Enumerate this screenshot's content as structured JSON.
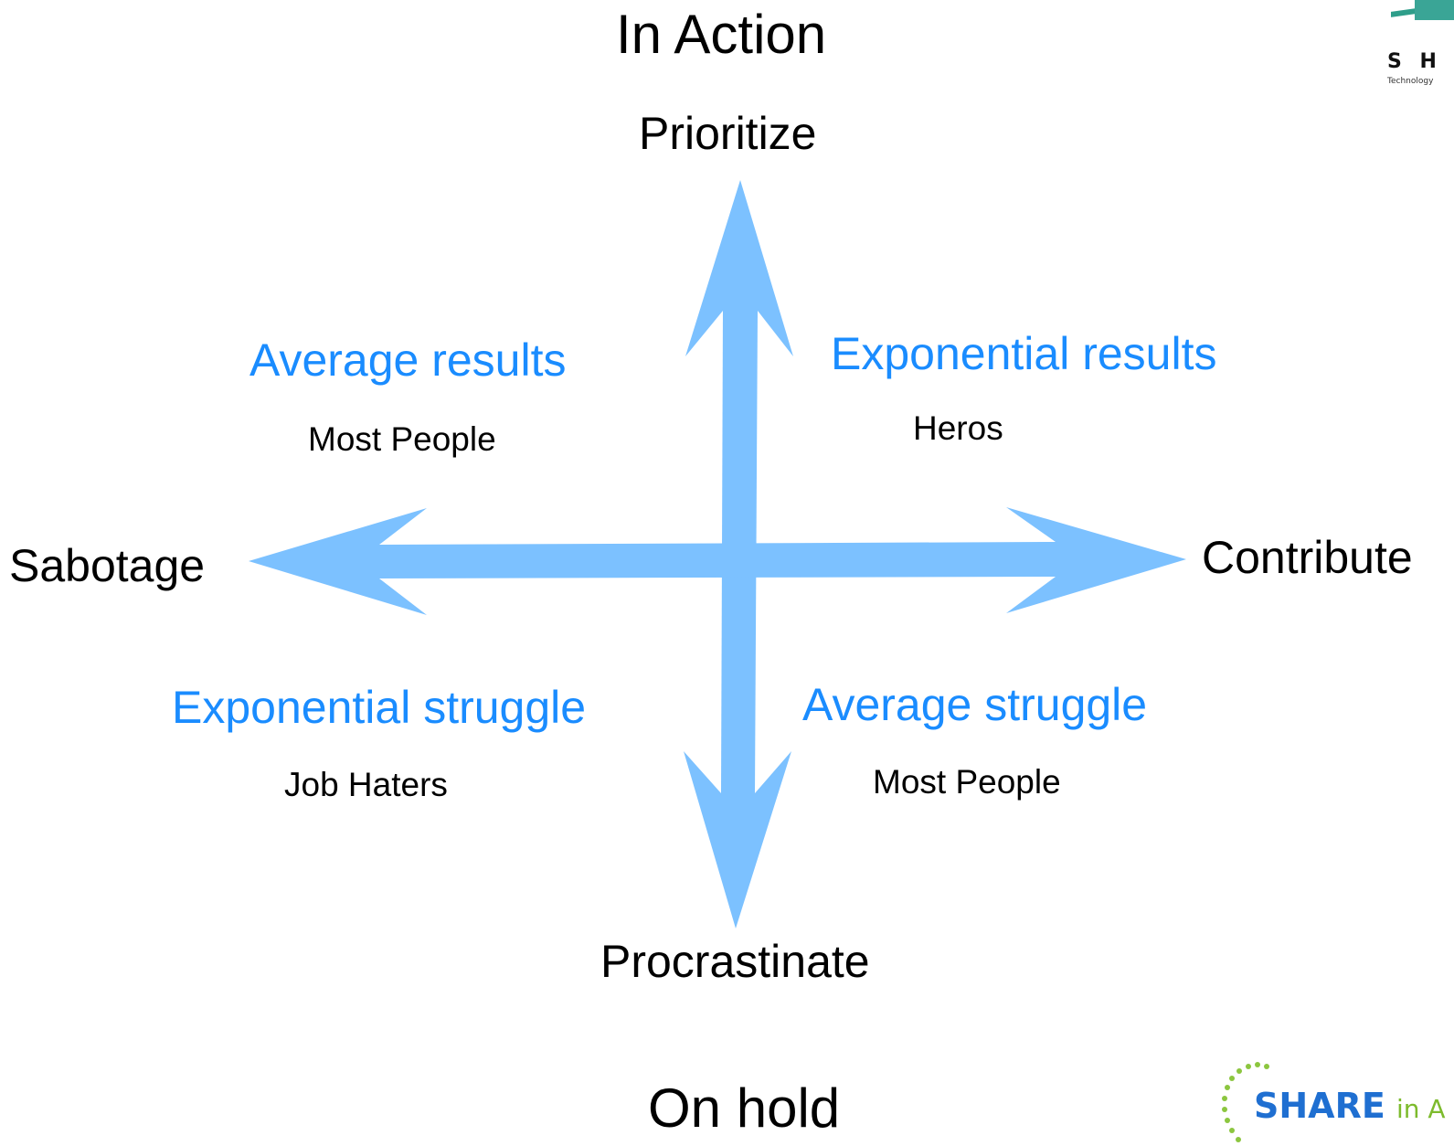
{
  "title_top": "In Action",
  "title_bottom": "On hold",
  "axes": {
    "up": "Prioritize",
    "down": "Procrastinate",
    "left": "Sabotage",
    "right": "Contribute"
  },
  "quadrants": {
    "top_left": {
      "label": "Average results",
      "sub": "Most People"
    },
    "top_right": {
      "label": "Exponential results",
      "sub": "Heros"
    },
    "bottom_left": {
      "label": "Exponential struggle",
      "sub": "Job Haters"
    },
    "bottom_right": {
      "label": "Average struggle",
      "sub": "Most People"
    }
  },
  "logos": {
    "top_right_text": "S H",
    "top_right_tagline": "Technology",
    "bottom_right_text": "SHARE",
    "bottom_right_suffix": "in A"
  },
  "colors": {
    "arrow": "#7cc1ff",
    "quadrant_label": "#1a8cff",
    "text": "#000000"
  }
}
